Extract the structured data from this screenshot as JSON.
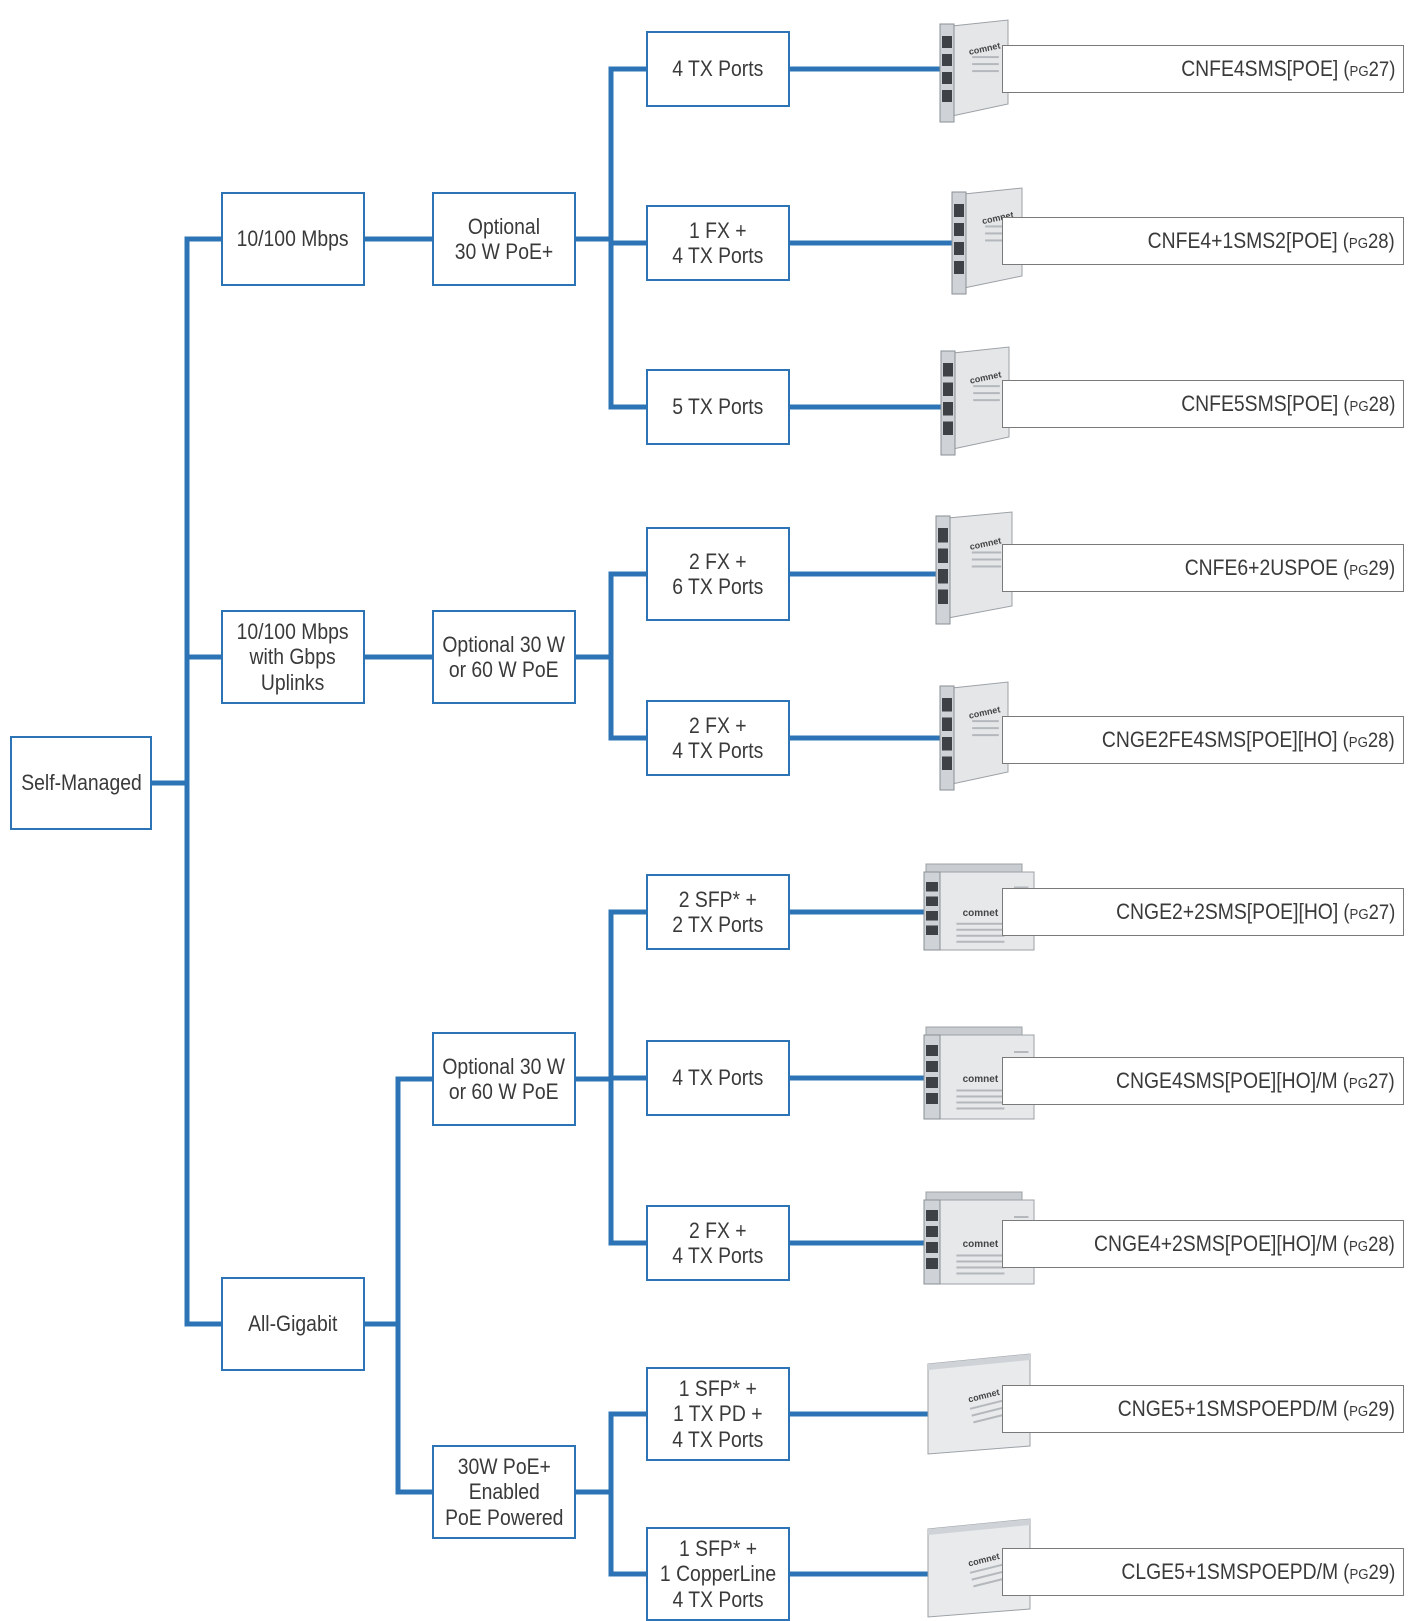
{
  "colors": {
    "connector": "#2c74b5",
    "label_border": "#7a7a7a",
    "text": "#3a3a3a"
  },
  "root": {
    "lines": [
      "Self-Managed"
    ]
  },
  "speeds": [
    {
      "id": "s1",
      "lines": [
        "10/100 Mbps"
      ]
    },
    {
      "id": "s2",
      "lines": [
        "10/100 Mbps",
        "with Gbps",
        "Uplinks"
      ]
    },
    {
      "id": "s3",
      "lines": [
        "All-Gigabit"
      ]
    }
  ],
  "poe_options": [
    {
      "id": "p1",
      "lines": [
        "Optional",
        "30 W PoE+"
      ]
    },
    {
      "id": "p2",
      "lines": [
        "Optional 30 W",
        "or 60 W PoE"
      ]
    },
    {
      "id": "p3",
      "lines": [
        "Optional 30 W",
        "or 60 W PoE"
      ]
    },
    {
      "id": "p4",
      "lines": [
        "30W PoE+",
        "Enabled",
        "PoE Powered"
      ]
    }
  ],
  "ports": [
    {
      "id": "r1",
      "lines": [
        "4 TX Ports"
      ]
    },
    {
      "id": "r2",
      "lines": [
        "1 FX +",
        "4 TX Ports"
      ]
    },
    {
      "id": "r3",
      "lines": [
        "5 TX Ports"
      ]
    },
    {
      "id": "r4",
      "lines": [
        "2 FX +",
        "6 TX Ports"
      ]
    },
    {
      "id": "r5",
      "lines": [
        "2 FX +",
        "4 TX Ports"
      ]
    },
    {
      "id": "r6",
      "lines": [
        "2 SFP* +",
        "2 TX Ports"
      ]
    },
    {
      "id": "r7",
      "lines": [
        "4 TX Ports"
      ]
    },
    {
      "id": "r8",
      "lines": [
        "2 FX +",
        "4 TX Ports"
      ]
    },
    {
      "id": "r9",
      "lines": [
        "1 SFP* +",
        "1 TX PD +",
        "4 TX Ports"
      ]
    },
    {
      "id": "r10",
      "lines": [
        "1 SFP* +",
        "1 CopperLine",
        "4 TX Ports"
      ]
    }
  ],
  "device_brand": "comnet",
  "products": [
    {
      "model": "CNFE4SMS[POE]",
      "page_prefix": "PG",
      "page": "27"
    },
    {
      "model": "CNFE4+1SMS2[POE]",
      "page_prefix": "PG",
      "page": "28"
    },
    {
      "model": "CNFE5SMS[POE]",
      "page_prefix": "PG",
      "page": "28"
    },
    {
      "model": "CNFE6+2USPOE",
      "page_prefix": "PG",
      "page": "29"
    },
    {
      "model": "CNGE2FE4SMS[POE][HO]",
      "page_prefix": "PG",
      "page": "28"
    },
    {
      "model": "CNGE2+2SMS[POE][HO]",
      "page_prefix": "PG",
      "page": "27"
    },
    {
      "model": "CNGE4SMS[POE][HO]/M",
      "page_prefix": "PG",
      "page": "27"
    },
    {
      "model": "CNGE4+2SMS[POE][HO]/M",
      "page_prefix": "PG",
      "page": "28"
    },
    {
      "model": "CNGE5+1SMSPOEPD/M",
      "page_prefix": "PG",
      "page": "29"
    },
    {
      "model": "CLGE5+1SMSPOEPD/M",
      "page_prefix": "PG",
      "page": "29"
    }
  ]
}
